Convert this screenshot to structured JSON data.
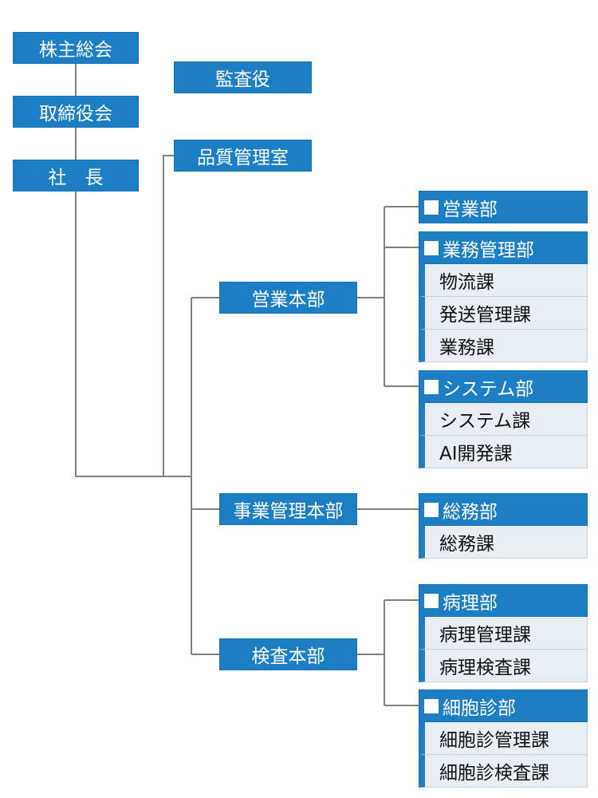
{
  "governance": {
    "shareholders": "株主総会",
    "board": "取締役会",
    "president": "社　長",
    "auditor": "監査役",
    "quality": "品質管理室"
  },
  "divisions": {
    "sales_hq": "営業本部",
    "business_hq": "事業管理本部",
    "inspection_hq": "検査本部"
  },
  "departments": {
    "sales": {
      "label": "営業部"
    },
    "ops": {
      "label": "業務管理部",
      "sections": [
        "物流課",
        "発送管理課",
        "業務課"
      ]
    },
    "system": {
      "label": "システム部",
      "sections": [
        "システム課",
        "AI開発課"
      ]
    },
    "general": {
      "label": "総務部",
      "sections": [
        "総務課"
      ]
    },
    "pathology": {
      "label": "病理部",
      "sections": [
        "病理管理課",
        "病理検査課"
      ]
    },
    "cytology": {
      "label": "細胞診部",
      "sections": [
        "細胞診管理課",
        "細胞診検査課"
      ]
    }
  },
  "colors": {
    "box_blue": "#1c7fc4",
    "section_bg": "#e9eef4",
    "connector": "#808080"
  }
}
